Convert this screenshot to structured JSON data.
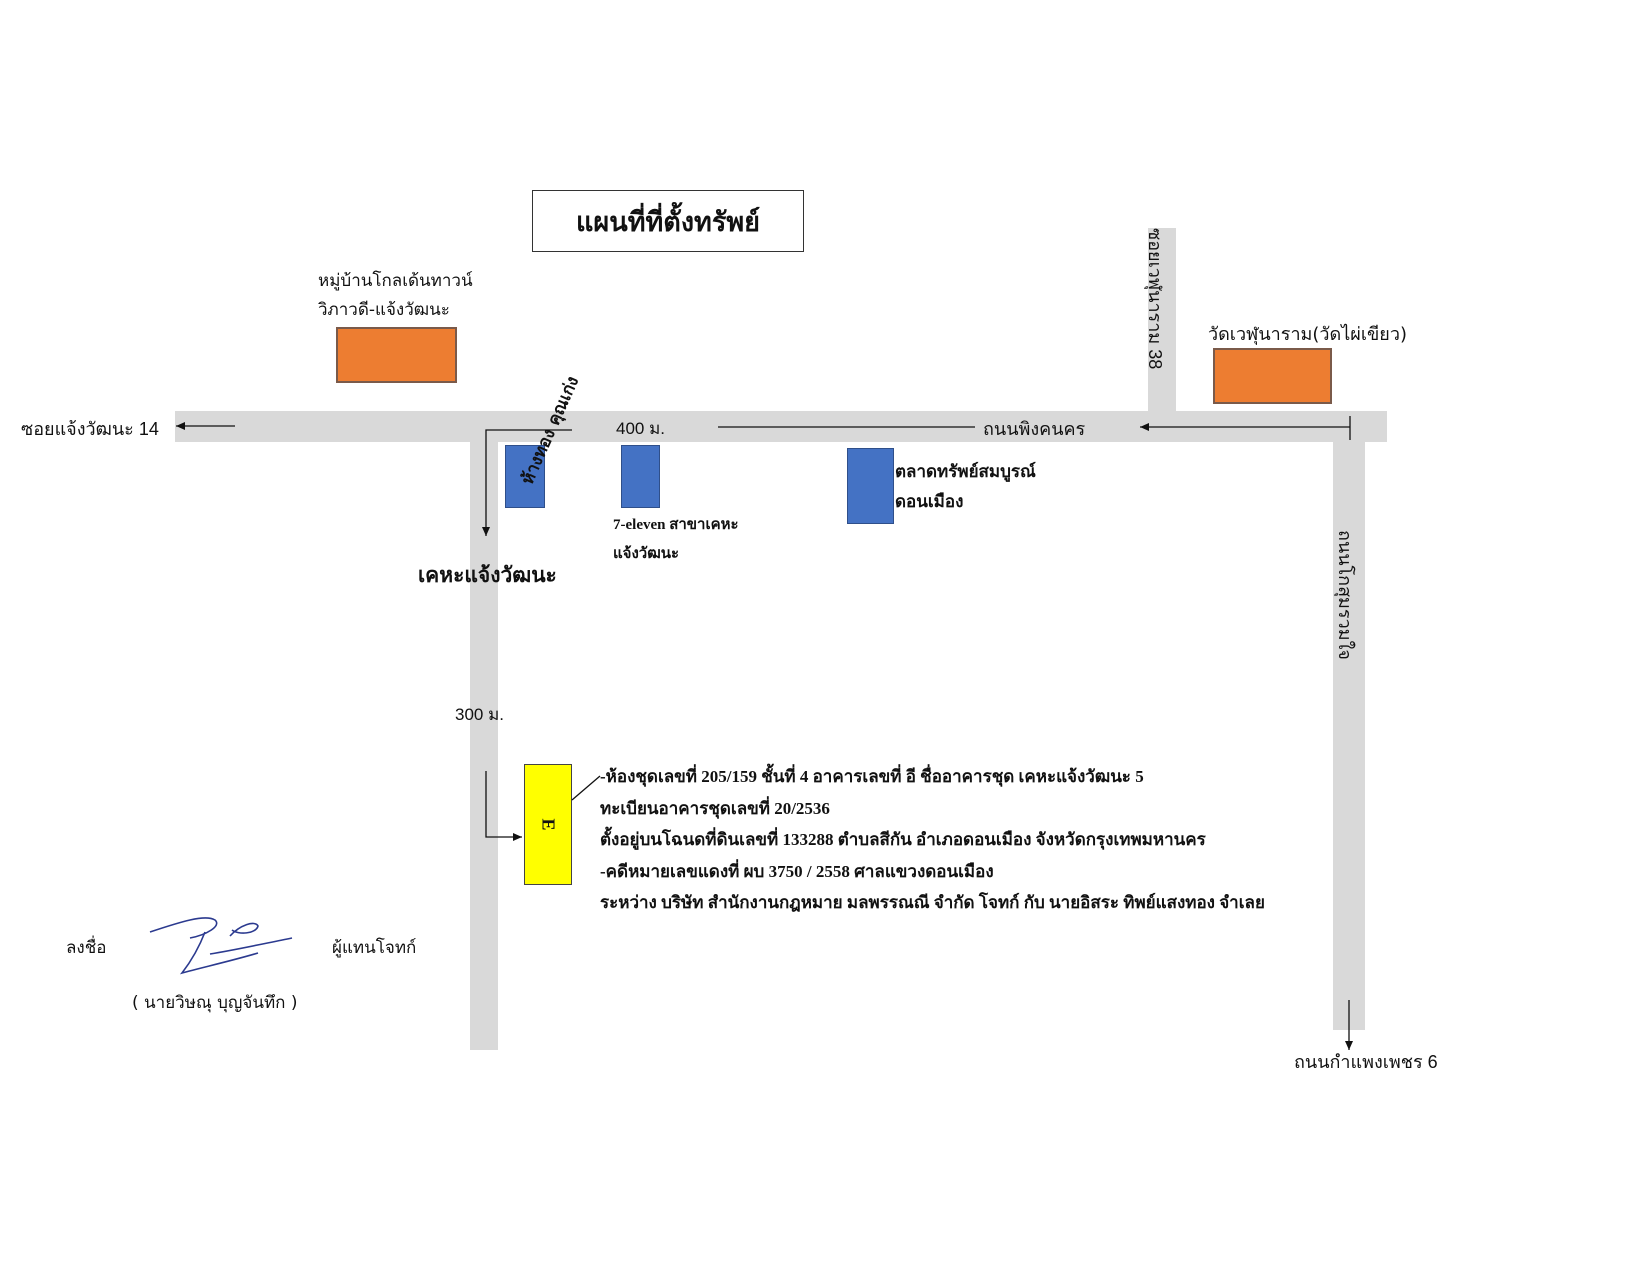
{
  "title": "แผนที่ที่ตั้งทรัพย์",
  "roads": {
    "soi_14": "ซอยแจ้งวัฒนะ 14",
    "main_road": "ถนนพิงคนคร",
    "soi_38": "ซอยเวฬุนาราม 38",
    "vertical_road_right": "ถนนโกสุมรวมใจ",
    "kamphaeng_phet": "ถนนกำแพงเพชร 6",
    "kheha": "เคหะแจ้งวัฒนะ"
  },
  "distances": {
    "d400": "400 ม.",
    "d300": "300 ม."
  },
  "landmarks": {
    "village_line1": "หมู่บ้านโกลเด้นทาวน์",
    "village_line2": "วิภาวดี-แจ้งวัฒนะ",
    "temple": "วัดเวฬุนาราม(วัดไผ่เขียว)",
    "gold_shop": "ห้างทอง คุณเก่ง",
    "seven_line1": "7-eleven สาขาเคหะ",
    "seven_line2": "แจ้งวัฒนะ",
    "market_line1": "ตลาดทรัพย์สมบูรณ์",
    "market_line2": "ดอนเมือง"
  },
  "property": {
    "label": "E",
    "line1": "-ห้องชุดเลขที่ 205/159  ชั้นที่ 4  อาคารเลขที่ อี   ชื่ออาคารชุด เคหะแจ้งวัฒนะ 5",
    "line2": "ทะเบียนอาคารชุดเลขที่ 20/2536",
    "line3": "ตั้งอยู่บนโฉนดที่ดินเลขที่ 133288 ตำบลสีกัน อำเภอดอนเมือง จังหวัดกรุงเทพมหานคร",
    "line4": "-คดีหมายเลขแดงที่ ผบ 3750 / 2558   ศาลแขวงดอนเมือง",
    "line5": "ระหว่าง บริษัท สำนักงานกฎหมาย มลพรรณณี จำกัด  โจทก์ กับ นายอิสระ  ทิพย์แสงทอง จำเลย"
  },
  "signature": {
    "sign_label": "ลงชื่อ",
    "role": "ผู้แทนโจทก์",
    "name": "( นายวิษณุ  บุญจันทึก )"
  },
  "colors": {
    "road": "#d9d9d9",
    "landmark_orange": "#ed7d31",
    "landmark_blue": "#4472c4",
    "property_yellow": "#ffff00",
    "signature_ink": "#2b3a8f"
  }
}
